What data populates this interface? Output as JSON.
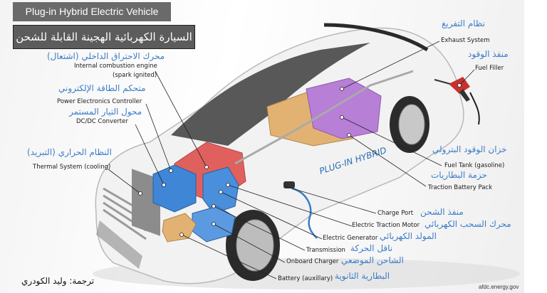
{
  "title_en": "Plug-in Hybrid Electric Vehicle",
  "title_ar": "السيارة الكهربائية الهجينة القابلة للشحن",
  "labels": {
    "ice": {
      "ar": "محرك الاحتراق الداخلي (اشتعال)",
      "en": "Internal combustion engine",
      "en2": "(spark ignited)"
    },
    "pec": {
      "ar": "متحكم الطاقة الإلكتروني",
      "en": "Power Electronics Controller"
    },
    "dcdc": {
      "ar": "محول التيار المستمر",
      "en": "DC/DC Converter"
    },
    "thermal": {
      "ar": "النظام الحراري (التبريد)",
      "en": "Thermal System (cooling)"
    },
    "exhaust": {
      "ar": "نظام التفريغ",
      "en": "Exhaust System"
    },
    "fuel_filler": {
      "ar": "منفذ الوقود",
      "en": "Fuel Filler"
    },
    "fuel_tank": {
      "ar": "خزان الوقود البترولي",
      "en": "Fuel Tank (gasoline)"
    },
    "battery_pack": {
      "ar": "حزمة البطاريات",
      "en": "Traction Battery Pack"
    },
    "charge_port": {
      "ar": "منفذ الشحن",
      "en": "Charge Port"
    },
    "motor": {
      "ar": "محرك السحب الكهربائي",
      "en": "Electric Traction Motor"
    },
    "generator": {
      "ar": "المولد الكهربائي",
      "en": "Electric Generator"
    },
    "transmission": {
      "ar": "ناقل الحركة",
      "en": "Transmission"
    },
    "charger": {
      "ar": "الشاحن الموضعي",
      "en": "Onboard Charger"
    },
    "aux_battery": {
      "ar": "البطارية الثانوية",
      "en": "Battery (auxillary)"
    }
  },
  "car_logo_text": "PLUG-IN HYBRID",
  "credit": "ترجمة: وليد الكودري",
  "source": "afdc.energy.gov",
  "colors": {
    "label_blue": "#3b7dc8",
    "engine": "#e0605e",
    "electronics": "#3f86d6",
    "battery": "#b77fd6",
    "fuel_tank": "#e2b273",
    "fuel_nozzle": "#c8302e"
  }
}
